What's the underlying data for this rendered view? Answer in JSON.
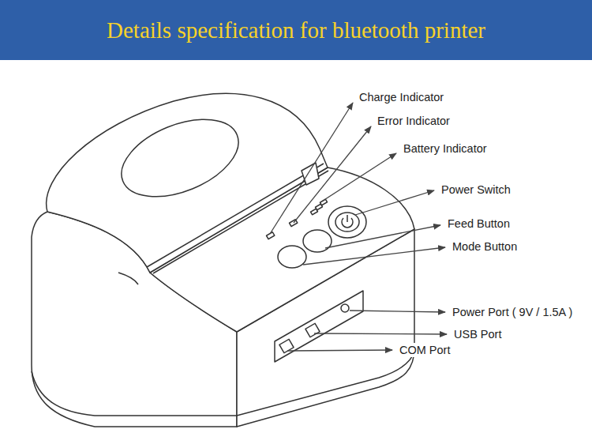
{
  "diagram": {
    "title": "Details specification for bluetooth printer",
    "labels": [
      "Charge Indicator",
      "Error Indicator",
      "Battery Indicator",
      "Power Switch",
      "Feed Button",
      "Mode Button",
      "Power Port ( 9V / 1.5A )",
      "USB Port",
      "COM Port"
    ]
  }
}
